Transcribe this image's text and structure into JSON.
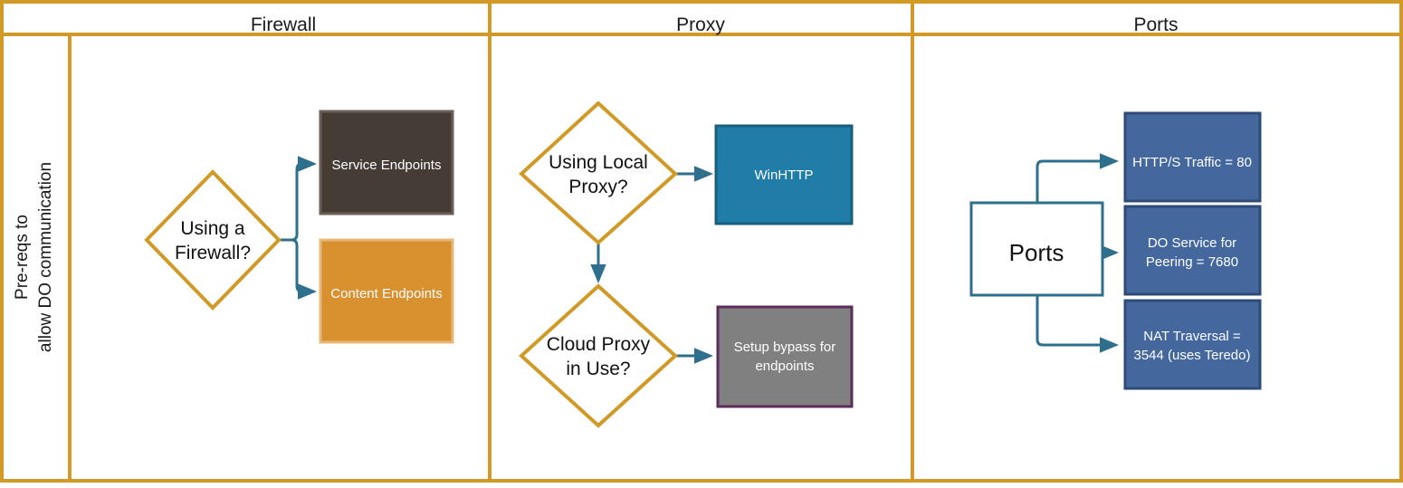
{
  "diagram": {
    "title": "Pre-reqs to allow DO communication",
    "side_label_lines": [
      "Pre-reqs to",
      "allow DO communication"
    ],
    "columns": [
      {
        "id": "firewall",
        "header": "Firewall"
      },
      {
        "id": "proxy",
        "header": "Proxy"
      },
      {
        "id": "ports",
        "header": "Ports"
      }
    ],
    "colors": {
      "frame": "#D19A26",
      "diamond_border": "#D19A26",
      "connector": "#2E6F8E",
      "service_endpoints_fill": "#453C36",
      "service_endpoints_border": "#6B5F56",
      "content_endpoints_fill": "#D9902F",
      "content_endpoints_border": "#E8B878",
      "winhttp_fill": "#1F7DA8",
      "winhttp_border": "#1A5E7E",
      "bypass_fill": "#808080",
      "bypass_border": "#5C2D5C",
      "port_fill": "#44689E",
      "port_border": "#2E4B78",
      "ports_box_border": "#2E6F8E",
      "ports_box_fill": "#FFFFFF"
    },
    "firewall": {
      "decision": {
        "lines": [
          "Using a",
          "Firewall?"
        ]
      },
      "outputs": [
        {
          "id": "service-endpoints",
          "label": "Service Endpoints"
        },
        {
          "id": "content-endpoints",
          "label": "Content Endpoints"
        }
      ]
    },
    "proxy": {
      "decisions": [
        {
          "id": "using-local-proxy",
          "lines": [
            "Using Local",
            "Proxy?"
          ]
        },
        {
          "id": "cloud-proxy-in-use",
          "lines": [
            "Cloud Proxy",
            "in Use?"
          ]
        }
      ],
      "outputs": [
        {
          "id": "winhttp",
          "lines": [
            "WinHTTP"
          ]
        },
        {
          "id": "setup-bypass",
          "lines": [
            "Setup bypass for",
            "endpoints"
          ]
        }
      ]
    },
    "ports": {
      "root": {
        "label": "Ports"
      },
      "outputs": [
        {
          "id": "http-s-traffic",
          "lines": [
            "HTTP/S Traffic = 80"
          ]
        },
        {
          "id": "do-service-peering",
          "lines": [
            "DO Service for",
            "Peering = 7680"
          ]
        },
        {
          "id": "nat-traversal",
          "lines": [
            "NAT Traversal =",
            "3544 (uses Teredo)"
          ]
        }
      ]
    }
  }
}
